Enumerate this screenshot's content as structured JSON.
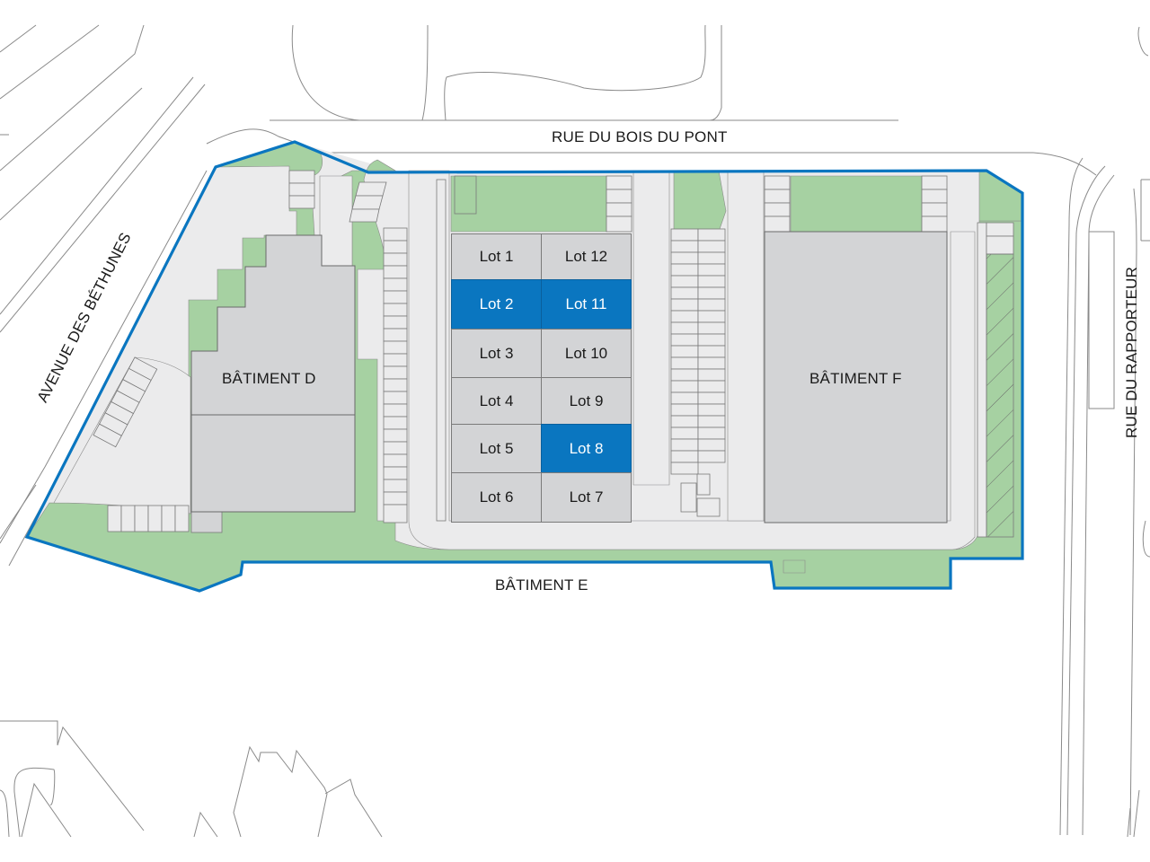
{
  "map": {
    "streets": {
      "north": "RUE DU BOIS DU PONT",
      "west": "AVENUE DES BÉTHUNES",
      "east": "RUE DU RAPPORTEUR"
    },
    "buildings": {
      "d": "BÂTIMENT D",
      "e": "BÂTIMENT E",
      "f": "BÂTIMENT F"
    },
    "lots": [
      {
        "label": "Lot 1",
        "selected": false
      },
      {
        "label": "Lot 12",
        "selected": false
      },
      {
        "label": "Lot 2",
        "selected": true
      },
      {
        "label": "Lot 11",
        "selected": true
      },
      {
        "label": "Lot 3",
        "selected": false
      },
      {
        "label": "Lot 10",
        "selected": false
      },
      {
        "label": "Lot 4",
        "selected": false
      },
      {
        "label": "Lot 9",
        "selected": false
      },
      {
        "label": "Lot 5",
        "selected": false
      },
      {
        "label": "Lot 8",
        "selected": true
      },
      {
        "label": "Lot 6",
        "selected": false
      },
      {
        "label": "Lot 7",
        "selected": false
      }
    ],
    "colors": {
      "boundary": "#0a76c0",
      "selected_lot": "#0a76c0",
      "lot": "#d3d4d6",
      "green_space": "#a6d1a2",
      "pavement": "#ebebec",
      "building": "#d3d4d6"
    }
  }
}
